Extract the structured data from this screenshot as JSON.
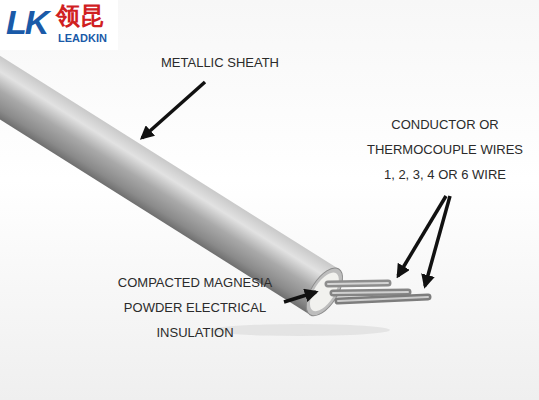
{
  "diagram": {
    "labels": [
      "LK",
      "领昆",
      "LEADKIN",
      "METALLIC SHEATH",
      "CONDUCTOR OR THERMOCOUPLE WIRES 1, 2, 3, 4 OR 6 WIRE",
      "COMPACTED MAGNESIA POWDER ELECTRICAL INSULATION"
    ]
  }
}
